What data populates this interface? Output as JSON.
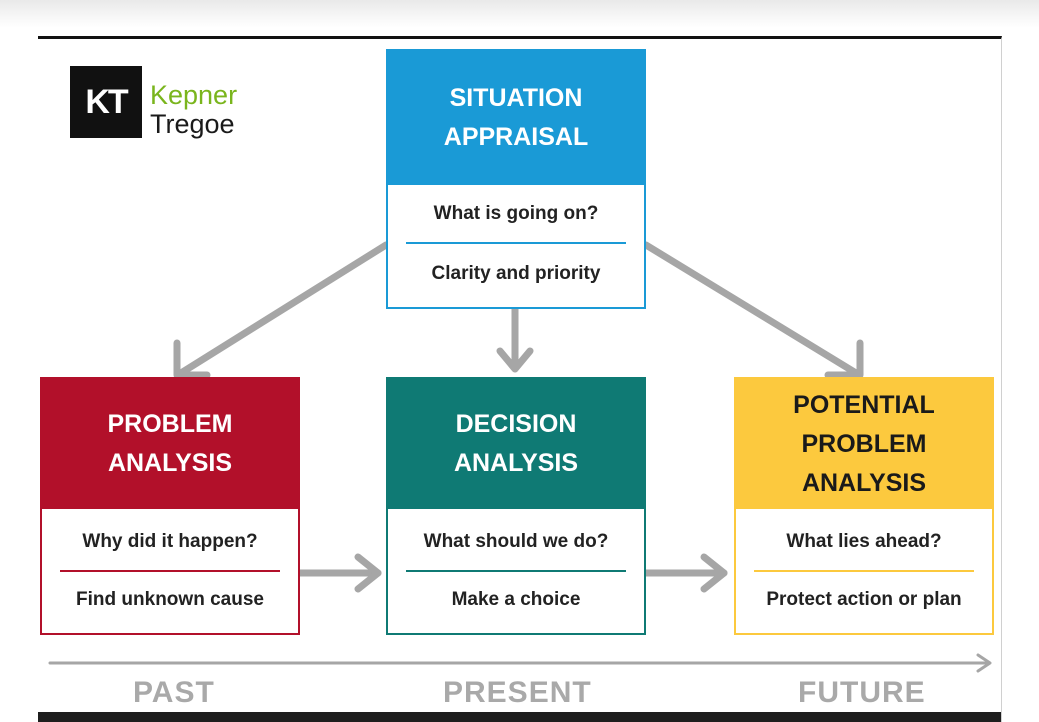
{
  "logo": {
    "mark": "KT",
    "word1": "Kepner",
    "word2": "Tregoe"
  },
  "situation": {
    "title_line1": "SITUATION",
    "title_line2": "APPRAISAL",
    "question": "What is going on?",
    "answer": "Clarity and priority",
    "color": "#1a9ad6"
  },
  "problem": {
    "title_line1": "PROBLEM",
    "title_line2": "ANALYSIS",
    "question": "Why did it happen?",
    "answer": "Find unknown cause",
    "color": "#b2102a"
  },
  "decision": {
    "title_line1": "DECISION",
    "title_line2": "ANALYSIS",
    "question": "What should we do?",
    "answer": "Make a choice",
    "color": "#0f7a74"
  },
  "potential": {
    "title_line1": "POTENTIAL",
    "title_line2": "PROBLEM",
    "title_line3": "ANALYSIS",
    "question": "What lies ahead?",
    "answer": "Protect action or plan",
    "color": "#fcc93e"
  },
  "timeline": {
    "past": "PAST",
    "present": "PRESENT",
    "future": "FUTURE"
  },
  "colors": {
    "arrow": "#a6a6a6",
    "timeline_text": "#a9a9a9"
  }
}
